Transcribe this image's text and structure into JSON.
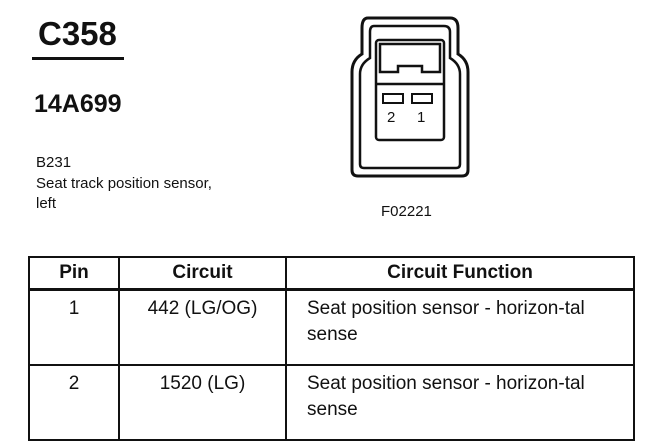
{
  "header": {
    "connector_id": "C358",
    "part_number": "14A699"
  },
  "component": {
    "code": "B231",
    "description": "Seat track position sensor, left"
  },
  "figure": {
    "code": "F02221",
    "pin_labels": [
      "2",
      "1"
    ]
  },
  "table": {
    "headers": [
      "Pin",
      "Circuit",
      "Circuit Function"
    ],
    "rows": [
      {
        "pin": "1",
        "circuit": "442 (LG/OG)",
        "function": "Seat position sensor - horizon-tal sense"
      },
      {
        "pin": "2",
        "circuit": "1520 (LG)",
        "function": "Seat position sensor - horizon-tal sense"
      }
    ]
  }
}
